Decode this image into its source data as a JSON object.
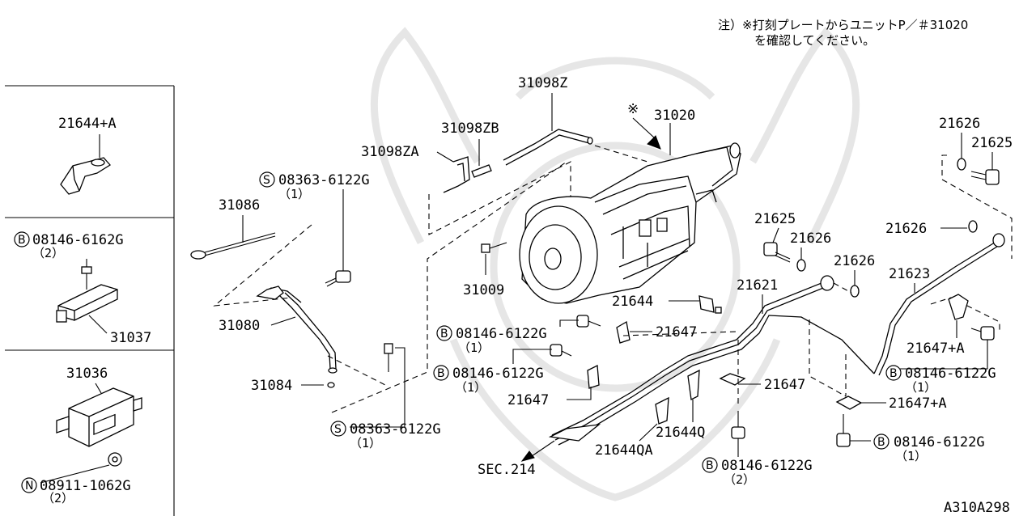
{
  "note": {
    "line1": "注）※打刻プレートからユニットP／＃31020",
    "line2": "を確認してください。"
  },
  "diagram_code": "A310A298",
  "sec_ref": "SEC.214",
  "reference_mark": "※",
  "symbols": {
    "s": "S",
    "b": "B",
    "n": "N"
  },
  "parts": {
    "p21644A": "21644+A",
    "p31037_bolt": "08146-6162G",
    "p31037_bolt_qty": "（2）",
    "p31037": "31037",
    "p31036": "31036",
    "p31036_nut": "08911-1062G",
    "p31036_nut_qty": "（2）",
    "p31086": "31086",
    "p31098ZA": "31098ZA",
    "p31098ZB": "31098ZB",
    "p31098Z": "31098Z",
    "p31020": "31020",
    "screw_top": "08363-6122G",
    "screw_top_qty": "（1）",
    "p31009": "31009",
    "p31080": "31080",
    "p31084": "31084",
    "screw_bot": "08363-6122G",
    "screw_bot_qty": "（1）",
    "bolt_a": "08146-6122G",
    "bolt_a_qty": "（1）",
    "bolt_b": "08146-6122G",
    "bolt_b_qty": "（1）",
    "p21644": "21644",
    "p21647_a": "21647",
    "p21647_b": "21647",
    "p21647_c": "21647",
    "p21644Q": "21644Q",
    "p21644QA": "21644QA",
    "bolt_c": "08146-6122G",
    "bolt_c_qty": "（2）",
    "p21621": "21621",
    "p21625_a": "21625",
    "p21626_a": "21626",
    "p21626_b": "21626",
    "p21626_c": "21626",
    "p21626_d": "21626",
    "p21625_b": "21625",
    "p21623": "21623",
    "p21647A_a": "21647+A",
    "p21647A_b": "21647+A",
    "bolt_d": "08146-6122G",
    "bolt_d_qty": "（1）",
    "bolt_e": "08146-6122G",
    "bolt_e_qty": "（1）"
  }
}
